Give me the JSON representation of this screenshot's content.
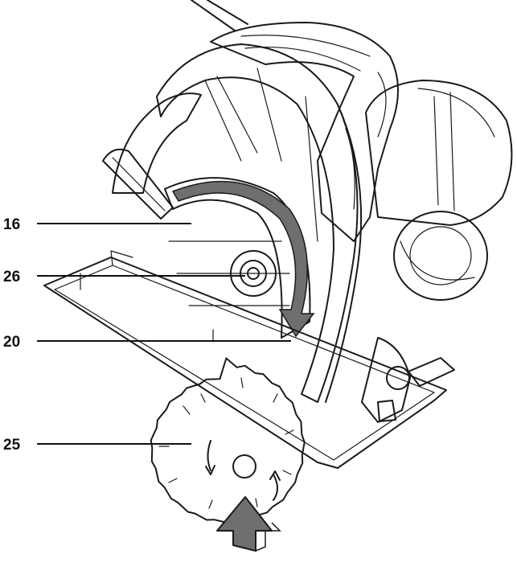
{
  "callouts": [
    {
      "id": "16",
      "label": "16"
    },
    {
      "id": "26",
      "label": "26"
    },
    {
      "id": "20",
      "label": "20"
    },
    {
      "id": "25",
      "label": "25"
    }
  ],
  "colors": {
    "line": "#1a1a1a",
    "blade_fill": "#c6c6c6",
    "arrow_fill": "#6f6f6f",
    "background": "#ffffff"
  },
  "icons": [
    "rotation-direction-arrow-icon",
    "feed-direction-arrow-icon"
  ]
}
